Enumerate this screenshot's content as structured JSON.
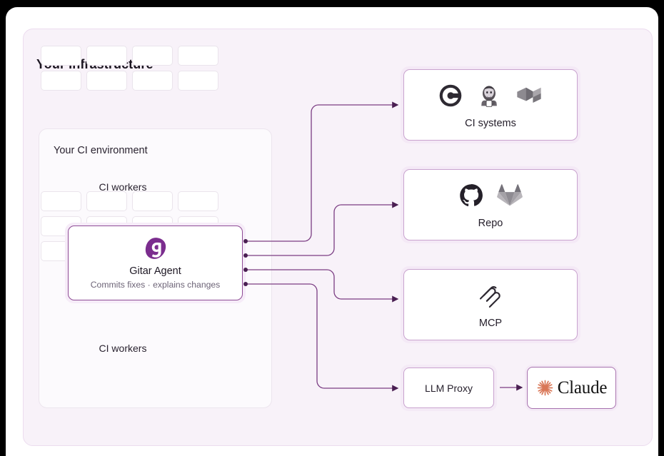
{
  "panel": {
    "title": "Your Infrastructure"
  },
  "ci_environment": {
    "title": "Your CI environment",
    "workers_top_label": "CI workers",
    "workers_bottom_label": "CI workers",
    "workers_top_count": 8,
    "workers_bottom_count": 12,
    "agent": {
      "name": "Gitar Agent",
      "subtitle": "Commits fixes · explains changes",
      "logo": "gitar-logo-icon",
      "accent_color": "#8e4b96"
    }
  },
  "services": [
    {
      "id": "ci-systems",
      "label": "CI systems",
      "icons": [
        "circleci-icon",
        "jenkins-icon",
        "buildkite-icon"
      ]
    },
    {
      "id": "repo",
      "label": "Repo",
      "icons": [
        "github-icon",
        "gitlab-icon"
      ]
    },
    {
      "id": "mcp",
      "label": "MCP",
      "icons": [
        "mcp-icon"
      ]
    }
  ],
  "llm_proxy": {
    "label": "LLM Proxy"
  },
  "claude": {
    "label": "Claude",
    "icon": "claude-starburst-icon",
    "icon_color": "#d97757"
  },
  "colors": {
    "page_background": "#000000",
    "card_background": "#ffffff",
    "panel_background": "#f8f2f9",
    "wire": "#6b2d74",
    "brand_purple": "#8e4b96"
  }
}
